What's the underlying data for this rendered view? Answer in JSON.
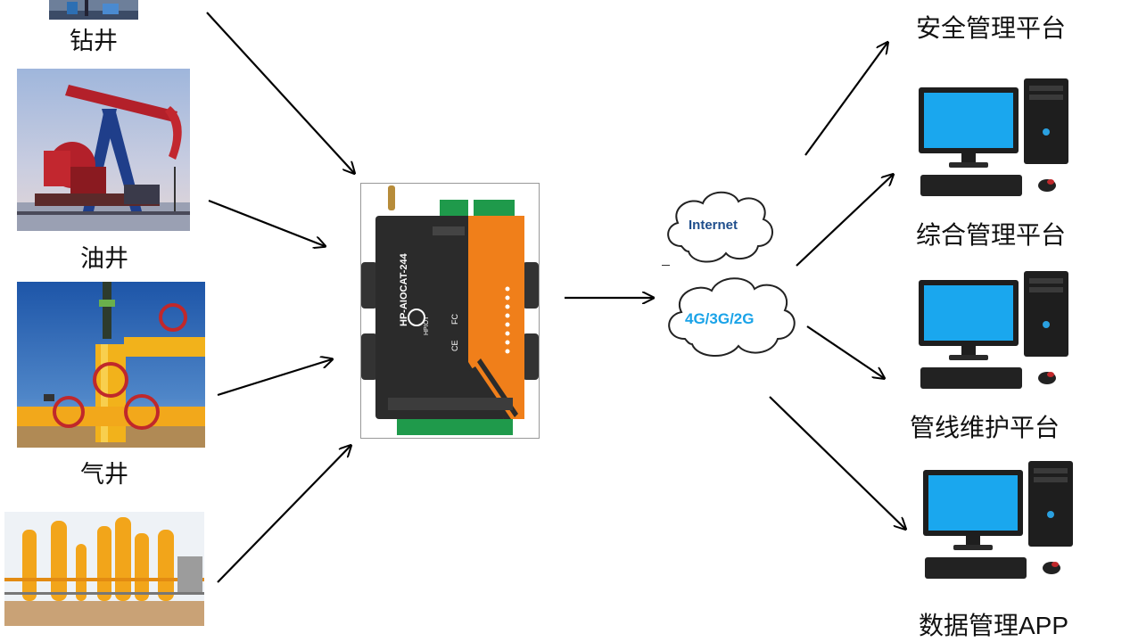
{
  "sources": [
    {
      "label": "钻井"
    },
    {
      "label": "油井"
    },
    {
      "label": "气井"
    },
    {
      "label": ""
    }
  ],
  "device": {
    "model": "HP-AIOCAT-244",
    "brand": "HPIOT",
    "certifications": [
      "CE",
      "FC"
    ],
    "accent_color": "#f07f1a",
    "body_color": "#2b2b2b"
  },
  "networks": {
    "internet": "Internet",
    "cellular": "4G/3G/2G",
    "cellular_color": "#1aa3e8",
    "internet_color": "#1f4e8c"
  },
  "platforms": [
    {
      "label": "安全管理平台"
    },
    {
      "label": "综合管理平台"
    },
    {
      "label": "管线维护平台"
    },
    {
      "label": "数据管理APP"
    }
  ],
  "colors": {
    "arrow": "#000000",
    "monitor_screen": "#1aa7ee",
    "pc_body": "#1e1e1e"
  }
}
